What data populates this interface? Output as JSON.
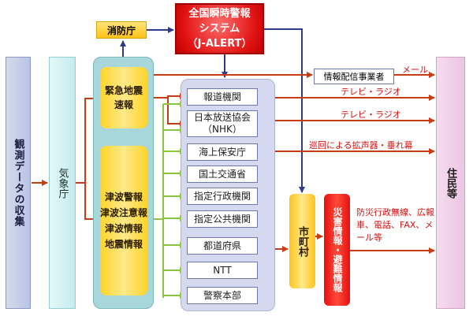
{
  "nodes": {
    "observation": "観測データの収集",
    "jma": "気象庁",
    "fdma": "消防庁",
    "jalert_line1": "全国瞬時警報",
    "jalert_line2": "システム",
    "jalert_line3": "（J-ALERT）",
    "eew_line1": "緊急地震",
    "eew_line2": "速報",
    "tsunami_lines": [
      "津波警報",
      "津波注意報",
      "津波情報",
      "地震情報"
    ],
    "info_distributor": "情報配信事業者",
    "municipality": "市町村",
    "disaster_info": "災害情報・避難情報",
    "residents": "住民等"
  },
  "organizations": [
    "報道機関",
    "日本放送協会\n（NHK）",
    "海上保安庁",
    "国土交通省",
    "指定行政機関",
    "指定公共機関",
    "都道府県",
    "NTT",
    "警察本部"
  ],
  "channels": {
    "mail": "メール",
    "tv_radio_1": "テレビ・ラジオ",
    "tv_radio_2": "テレビ・ラジオ",
    "coast_guard": "巡回による拡声器・垂れ幕",
    "municipal_means": "防災行政無線、広報車、電話、FAX、メール等"
  },
  "colors": {
    "flow_red": "#c83c14",
    "flow_blue": "#2e3a8c",
    "flow_green": "#8cc63f",
    "alert_red": "#e01212",
    "warning_yellow": "#ffd429"
  }
}
